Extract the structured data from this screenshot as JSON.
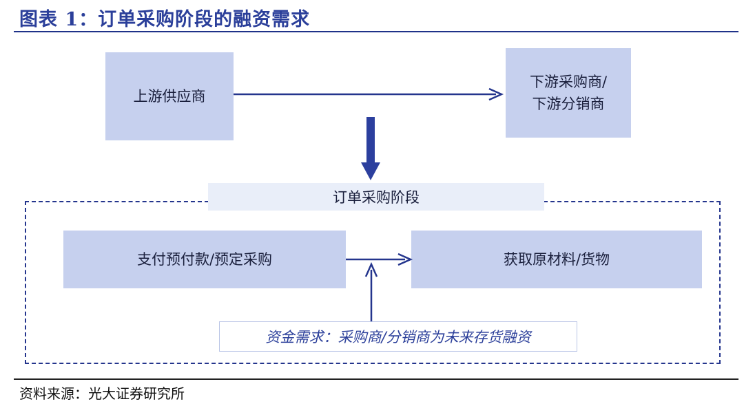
{
  "title": "图表 1：订单采购阶段的融资需求",
  "nodes": {
    "upstream": "上游供应商",
    "downstream_line1": "下游采购商/",
    "downstream_line2": "下游分销商",
    "stage": "订单采购阶段",
    "prepay": "支付预付款/预定采购",
    "goods": "获取原材料/货物",
    "need": "资金需求：采购商/分销商为未来存货融资"
  },
  "source": "资料来源：光大证券研究所",
  "colors": {
    "box_fill": "#c6d0ee",
    "stage_fill": "#e9eef9",
    "line": "#24358d",
    "title": "#2b3f9a"
  }
}
